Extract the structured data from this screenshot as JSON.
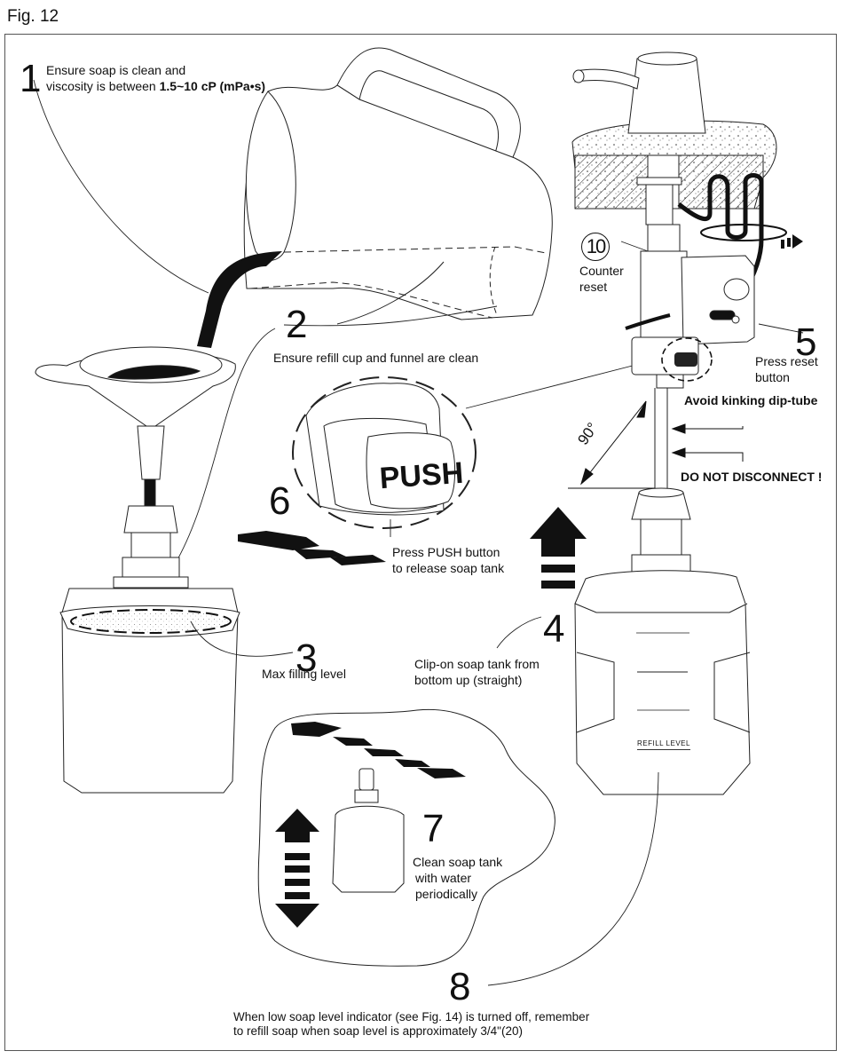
{
  "figure": {
    "title": "Fig. 12"
  },
  "steps": [
    {
      "number": "1",
      "text_line1": "Ensure soap is clean and",
      "text_line2_prefix": "viscosity is between ",
      "text_line2_bold": "1.5~10 cP (mPa•s)"
    },
    {
      "number": "2",
      "text": "Ensure refill cup and funnel are clean"
    },
    {
      "number": "3",
      "text": "Max filling level"
    },
    {
      "number": "4",
      "text_line1": "Clip-on soap tank from",
      "text_line2": "bottom up (straight)"
    },
    {
      "number": "5",
      "text_line1": "Press reset",
      "text_line2": "button"
    },
    {
      "number": "6",
      "text_line1": "Press PUSH button",
      "text_line2": "to release soap tank"
    },
    {
      "number": "7",
      "text_line1": "Clean soap tank",
      "text_line2": "with water",
      "text_line3": "periodically"
    },
    {
      "number": "8",
      "text_line1": "When low soap level indicator (see Fig. 14) is turned off, remember",
      "text_line2": "to refill soap when soap level is approximately 3/4\"(20)"
    },
    {
      "number": "10",
      "text_line1": "Counter",
      "text_line2": "reset"
    }
  ],
  "callouts": {
    "angle": "90°",
    "avoid_kinking": "Avoid kinking dip-tube",
    "do_not_disconnect": "DO NOT DISCONNECT !",
    "push_label": "PUSH",
    "refill_level": "REFILL LEVEL"
  },
  "icons": [
    "pitcher-icon",
    "funnel-icon",
    "refill-cup-icon",
    "soap-dispenser-faucet-icon",
    "control-box-icon",
    "soap-tank-icon",
    "push-button-icon",
    "arrow-up-icon",
    "arrow-double-vertical-icon",
    "arrow-double-diagonal-icon",
    "arrow-left-diagonal-icon"
  ]
}
